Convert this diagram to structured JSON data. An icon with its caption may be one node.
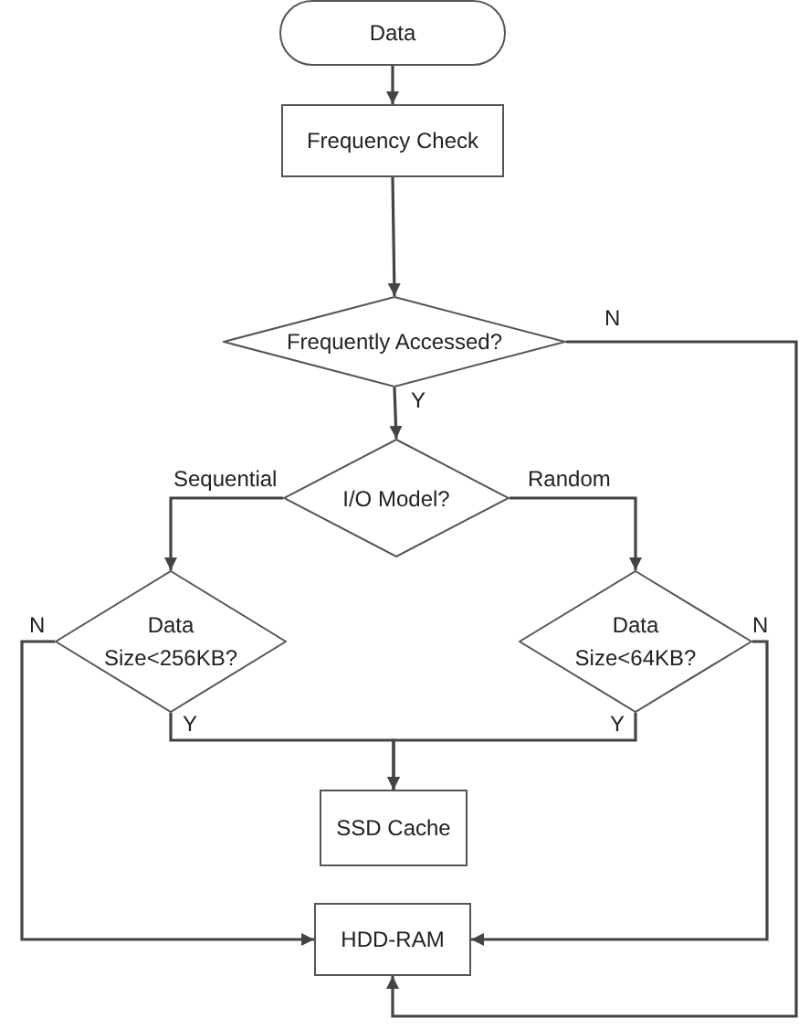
{
  "diagram": {
    "nodes": [
      {
        "text": [
          "Data"
        ]
      },
      {
        "text": [
          "Frequency Check"
        ]
      },
      {
        "text": [
          "Frequently Accessed?"
        ]
      },
      {
        "text": [
          "I/O Model?"
        ]
      },
      {
        "text": [
          "Data Size<256KB?"
        ]
      },
      {
        "text": [
          "Data Size<64KB?"
        ]
      },
      {
        "text": [
          "SSD Cache"
        ]
      },
      {
        "text": [
          "HDD-RAM"
        ]
      }
    ],
    "edges": [
      {
        "from": 0,
        "to": 1,
        "arrow": "to"
      },
      {
        "from": 1,
        "to": 2,
        "arrow": "to"
      },
      {
        "from": 2,
        "to": 7,
        "arrow": "to",
        "label": "N"
      },
      {
        "from": 2,
        "to": 3,
        "arrow": "to",
        "label": "Y"
      },
      {
        "from": 3,
        "to": 4,
        "arrow": "to",
        "label": "Sequential"
      },
      {
        "from": 3,
        "to": 5,
        "arrow": "to",
        "label": "Random"
      },
      {
        "from": 4,
        "to": 7,
        "arrow": "to",
        "label": "N"
      },
      {
        "from": 4,
        "to": 6,
        "arrow": "to",
        "label": "Y"
      },
      {
        "from": 5,
        "to": 6,
        "arrow": "to",
        "label": "Y"
      },
      {
        "from": 5,
        "to": 7,
        "arrow": "to",
        "label": "N"
      }
    ]
  }
}
